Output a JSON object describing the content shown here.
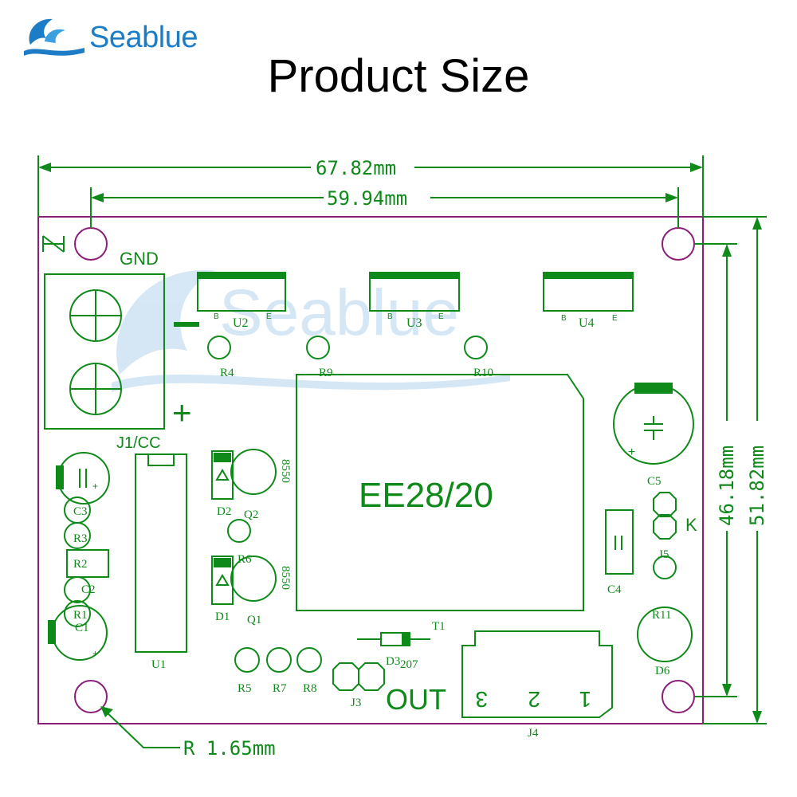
{
  "brand": {
    "name": "Seablue",
    "watermark": "Seablue"
  },
  "title": "Product Size",
  "dimensions": {
    "overall_width": "67.82mm",
    "hole_spacing_width": "59.94mm",
    "hole_spacing_height": "46.18mm",
    "overall_height": "51.82mm",
    "hole_radius": "R 1.65mm"
  },
  "board": {
    "terminal_top_label": "GND",
    "minus_sign": "−",
    "plus_sign": "+",
    "terminal_ref": "J1/CC",
    "transformer_label": "EE28/20",
    "transformer_ref": "T1",
    "output_label": "OUT",
    "j4_pins": [
      "3",
      "2",
      "1"
    ],
    "j4_ref": "J4",
    "k_label": "K",
    "transistors": [
      {
        "ref": "U2",
        "b": "B",
        "e": "E"
      },
      {
        "ref": "U3",
        "b": "B",
        "e": "E"
      },
      {
        "ref": "U4",
        "b": "B",
        "e": "E"
      }
    ],
    "resistors_top": [
      "R4",
      "R9",
      "R10"
    ],
    "part_8550_1": "8550",
    "part_8550_2": "8550",
    "labels": {
      "q2": "Q2",
      "q1": "Q1",
      "d2": "D2",
      "d1": "D1",
      "r6": "R6",
      "c3": "C3",
      "r3": "R3",
      "r2": "R2",
      "c2": "C2",
      "r1": "R1",
      "c1": "C1",
      "u1": "U1",
      "r5": "R5",
      "r7": "R7",
      "r8": "R8",
      "j3": "J3",
      "d3": "D3",
      "d3_part": "207",
      "c5": "C5",
      "c4": "C4",
      "j5": "J5",
      "r11": "R11",
      "d6": "D6",
      "c5_plus": "+",
      "c1_plus": "+",
      "c3_plus": "+"
    }
  },
  "colors": {
    "silkscreen": "#0f8a1a",
    "outline": "#8a1f7a",
    "brand": "#1c7cc6"
  }
}
